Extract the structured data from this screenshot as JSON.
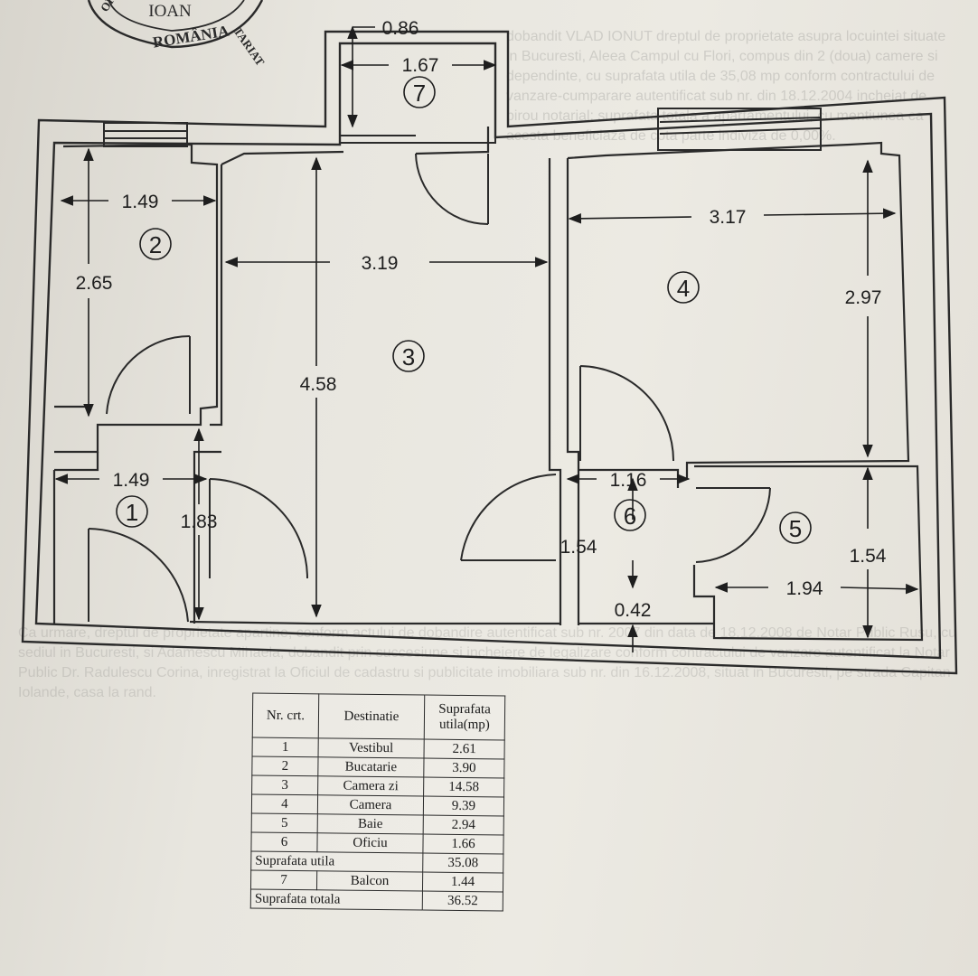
{
  "stamp": {
    "lines": [
      "IOAN",
      "ROMÂNIA"
    ],
    "arc_left": "OFICI",
    "arc_right": "TARIAT"
  },
  "dimensions": {
    "balcony_width": "0.86",
    "balcony_inner": "1.67",
    "kitchen_width": "1.49",
    "kitchen_depth": "2.65",
    "living_width": "3.19",
    "living_depth": "4.58",
    "bedroom_width": "3.17",
    "bedroom_depth": "2.97",
    "hall_width": "1.49",
    "hall_depth": "1.83",
    "office_width": "1.16",
    "office_depth": "1.54",
    "office_gap": "0.42",
    "bath_depth": "1.54",
    "bath_width": "1.94"
  },
  "room_numbers": [
    "1",
    "2",
    "3",
    "4",
    "5",
    "6",
    "7"
  ],
  "table": {
    "headers": [
      "Nr. crt.",
      "Destinatie",
      "Suprafata utila(mp)"
    ],
    "rows": [
      {
        "nr": "1",
        "name": "Vestibul",
        "area": "2.61"
      },
      {
        "nr": "2",
        "name": "Bucatarie",
        "area": "3.90"
      },
      {
        "nr": "3",
        "name": "Camera zi",
        "area": "14.58"
      },
      {
        "nr": "4",
        "name": "Camera",
        "area": "9.39"
      },
      {
        "nr": "5",
        "name": "Baie",
        "area": "2.94"
      },
      {
        "nr": "6",
        "name": "Oficiu",
        "area": "1.66"
      }
    ],
    "subtotal_label": "Suprafata utila",
    "subtotal_value": "35.08",
    "balcony": {
      "nr": "7",
      "name": "Balcon",
      "area": "1.44"
    },
    "total_label": "Suprafata totala",
    "total_value": "36.52"
  },
  "background_text": {
    "top": "dobandit VLAD IONUT dreptul de proprietate asupra locuintei situate in Bucuresti, Aleea Campul cu Flori, compus din 2 (doua) camere si dependinte, cu suprafata utila de 35,08 mp conform contractului de vanzare-cumparare autentificat sub nr. din 18.12.2004 incheiat de birou notarial; suprafata totala a apartamentului, cu mentiunea ca acesta beneficiaza de cota parte indiviza de 0,00%.",
    "bottom": "Ca urmare, dreptul de proprietate apartine, conform actului de dobandire autentificat sub nr. 2007 din data de 18.12.2008 de Notar Public Rusu, cu sediul in Bucuresti, si Adamescu Mihaela, dobandit prin succesiune si incheiere de legalizare conform contractului de vanzare autentificat la Notar Public Dr. Radulescu Corina, inregistrat la Oficiul de cadastru si publicitate imobiliara sub nr. din 16.12.2008, situat in Bucuresti, pe strada Capitan Iolande, casa la rand."
  }
}
